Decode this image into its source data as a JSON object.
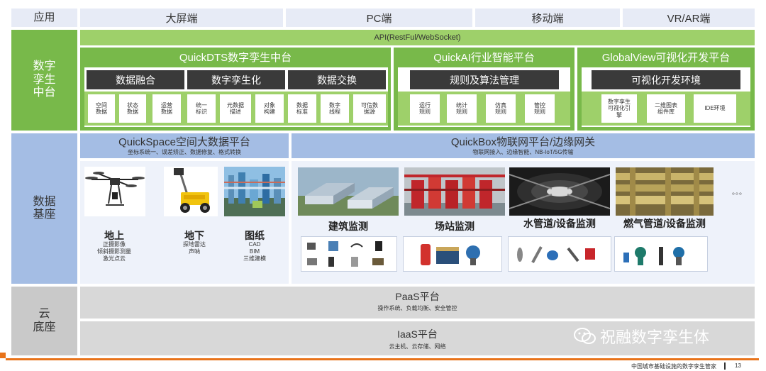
{
  "layers": {
    "app": "应用",
    "twin_platform": "数字\n孪生\n中台",
    "data_base": "数据\n基座",
    "cloud_base": "云\n底座"
  },
  "app_row": [
    "大屏端",
    "PC端",
    "移动端",
    "VR/AR端"
  ],
  "api": "API(RestFul/WebSocket)",
  "quickdts": {
    "title": "QuickDTS数字孪生中台",
    "groups": [
      {
        "label": "数据融合",
        "items": [
          "空间\n数据",
          "状态\n数据",
          "运营\n数据"
        ]
      },
      {
        "label": "数字孪生化",
        "items": [
          "统一\n标识",
          "元数据\n描述",
          "对象\n构建"
        ]
      },
      {
        "label": "数据交换",
        "items": [
          "数据\n标准",
          "数字\n线程",
          "可信数\n据源"
        ]
      }
    ]
  },
  "quickai": {
    "title": "QuickAI行业智能平台",
    "bar": "规则及算法管理",
    "items": [
      "运行\n规则",
      "统计\n规则",
      "仿真\n规则",
      "管控\n规则"
    ]
  },
  "globalview": {
    "title": "GlobalView可视化开发平台",
    "bar": "可视化开发环境",
    "items": [
      "数字孪生\n可视化引\n擎",
      "二维图表\n组件库",
      "IDE环境"
    ]
  },
  "quickspace": {
    "title": "QuickSpace空间大数据平台",
    "subtitle": "坐标系统一、误差矫正、数据修复、格式转换",
    "columns": [
      {
        "title": "地上",
        "desc": "正摄影像\n倾斜摄影测量\n激光点云"
      },
      {
        "title": "地下",
        "desc": "探地雷达\n声呐"
      },
      {
        "title": "图纸",
        "desc": "CAD\nBIM\n三维建模"
      }
    ]
  },
  "quickbox": {
    "title": "QuickBox物联网平台/边缘网关",
    "subtitle": "物联网接入、边缘智能、NB-IoT/5G传输",
    "items": [
      "建筑监测",
      "场站监测",
      "水管道/设备监测",
      "燃气管道/设备监测"
    ],
    "more": "。。。"
  },
  "paas": {
    "title": "PaaS平台",
    "subtitle": "操作系统、负载均衡、安全管控"
  },
  "iaas": {
    "title": "IaaS平台",
    "subtitle": "云主机、云存储、网络"
  },
  "watermark": "祝融数字孪生体",
  "footer": {
    "text": "中国城市基础设施的数字孪生管家",
    "page": "13"
  },
  "colors": {
    "green_dark": "#78b94a",
    "green_light": "#9ed06a",
    "blue_head": "#a4bde4",
    "blue_body": "#c9d7ef",
    "grey": "#c9c9c9",
    "orange": "#e8731a"
  }
}
